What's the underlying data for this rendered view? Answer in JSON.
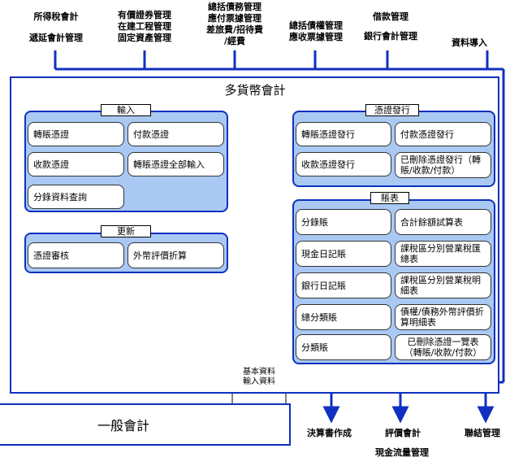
{
  "top_labels": [
    [
      "所得稅會計",
      "遞延會計管理"
    ],
    [
      "有價證券管理",
      "在建工程管理",
      "固定資產管理"
    ],
    [
      "總括債務管理",
      "應付票據管理",
      "差旅費/招待費",
      "/經費"
    ],
    [
      "總括債權管理",
      "應收票據管理"
    ],
    [
      "借款管理",
      "銀行會計管理"
    ],
    [
      "資料導入"
    ]
  ],
  "main_title": "多貨幣會計",
  "panels": {
    "input": {
      "title": "輸入",
      "items": [
        "轉賬憑證",
        "付款憑證",
        "收款憑證",
        "轉賬憑證全部輸入",
        "分錄資料查詢"
      ]
    },
    "update": {
      "title": "更新",
      "items": [
        "憑證審核",
        "外幣評價折算"
      ]
    },
    "voucher_issue": {
      "title": "憑證發行",
      "items": [
        "轉賬憑證發行",
        "付款憑證發行",
        "收款憑證發行",
        "已刪除憑證發行（轉賬/收款/付款）"
      ]
    },
    "reports": {
      "title": "賬表",
      "items": [
        "分錄賬",
        "合計餘額試算表",
        "現金日記賬",
        "課稅區分別營業稅匯總表",
        "銀行日記賬",
        "課稅區分別營業稅明細表",
        "總分類賬",
        "債權/債務外幣評價折算明細表",
        "分類賬",
        "已刪除憑證一覽表（轉賬/收款/付款）"
      ]
    }
  },
  "database": [
    "基本資料",
    "輸入資料"
  ],
  "general_accounting": "一般會計",
  "bottom_labels": [
    "決算書作成",
    "評價會計",
    "現金流量管理",
    "聯結管理"
  ],
  "colors": {
    "frame": "#1030c0",
    "panel_fill": "#a9c9f3"
  }
}
